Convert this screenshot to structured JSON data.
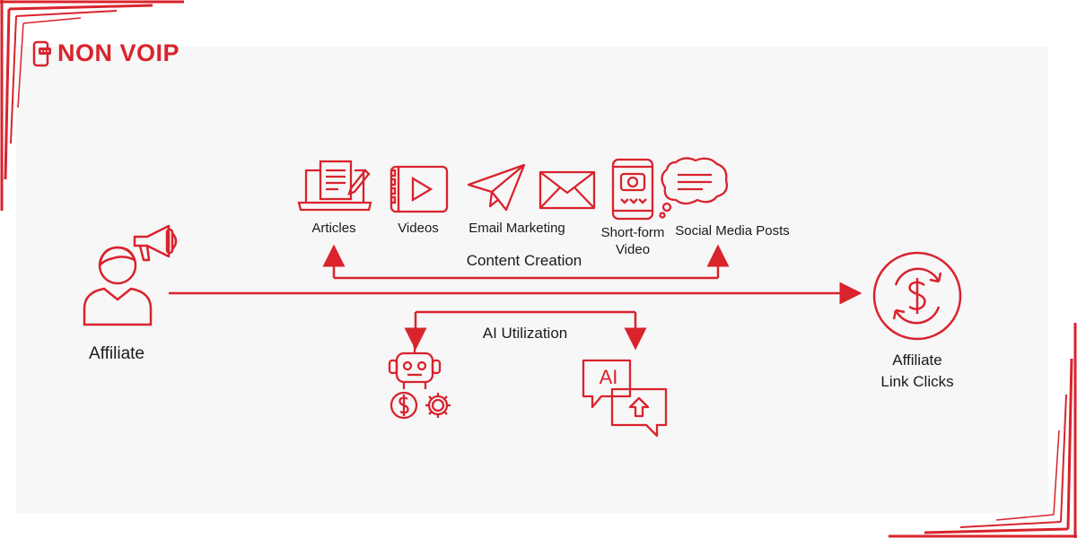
{
  "brand": {
    "name": "NON VOIP",
    "color": "#d9232d"
  },
  "colors": {
    "accent": "#d9232d",
    "text": "#1a1a1a",
    "background": "#f7f7f7"
  },
  "nodes": {
    "affiliate": {
      "label": "Affiliate",
      "icons": [
        "person-icon",
        "megaphone-icon"
      ]
    },
    "target": {
      "label_line1": "Affiliate",
      "label_line2": "Link Clicks",
      "icon": "dollar-cycle-icon"
    }
  },
  "content_creation": {
    "label": "Content Creation",
    "items": [
      {
        "label": "Articles",
        "icon": "laptop-document-icon"
      },
      {
        "label": "Videos",
        "icon": "video-player-icon"
      },
      {
        "label": "Email Marketing",
        "icon": "paper-plane-icon"
      },
      {
        "label_line1": "Short-form",
        "label_line2": "Video",
        "icon": "smartphone-icon"
      },
      {
        "label": "Social Media Posts",
        "icon": "speech-bubble-icon"
      }
    ],
    "extra_icons": [
      "envelope-icon"
    ]
  },
  "ai_utilization": {
    "label": "AI Utilization",
    "icons": [
      "robot-dollar-gear-icon",
      "ai-chat-icon"
    ],
    "ai_badge": "AI"
  }
}
